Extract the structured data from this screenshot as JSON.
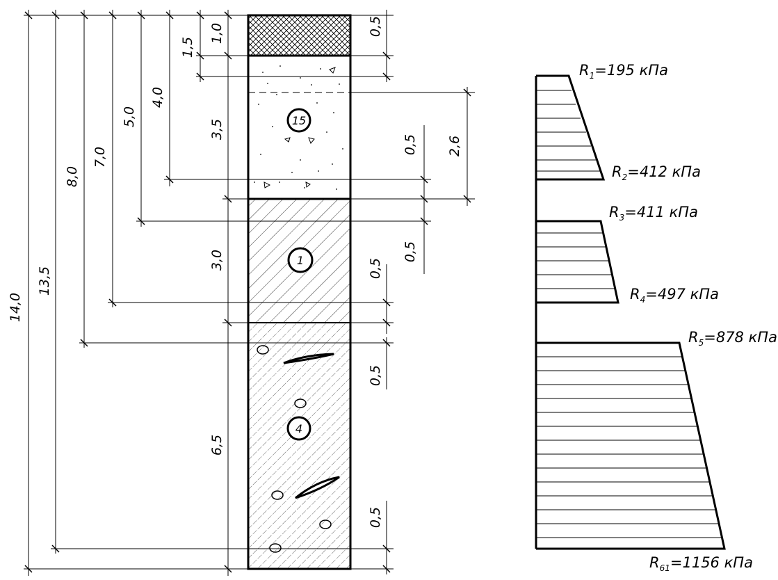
{
  "column": {
    "layers": [
      {
        "thickness_label": "1,0",
        "soil_number": "",
        "pattern": "crosshatch"
      },
      {
        "thickness_label": "3,5",
        "soil_number": "15",
        "pattern": "dotted"
      },
      {
        "thickness_label": "3,0",
        "soil_number": "1",
        "pattern": "hatch"
      },
      {
        "thickness_label": "6,5",
        "soil_number": "4",
        "pattern": "hatch-stones"
      }
    ]
  },
  "dimensions": {
    "left_chain": [
      "14,0",
      "13,5",
      "8,0",
      "7,0",
      "5,0",
      "4,0",
      "1,5"
    ],
    "right_chain": [
      "0,5",
      "0,5",
      "2,6",
      "0,5",
      "0,5",
      "0,5",
      "0,5"
    ]
  },
  "resistance": [
    {
      "symbol": "R",
      "sub": "1",
      "value": "=195 кПа"
    },
    {
      "symbol": "R",
      "sub": "2",
      "value": "=412 кПа"
    },
    {
      "symbol": "R",
      "sub": "3",
      "value": "=411 кПа"
    },
    {
      "symbol": "R",
      "sub": "4",
      "value": "=497 кПа"
    },
    {
      "symbol": "R",
      "sub": "5",
      "value": "=878 кПа"
    },
    {
      "symbol": "R",
      "sub": "61",
      "value": "=1156 кПа"
    }
  ]
}
